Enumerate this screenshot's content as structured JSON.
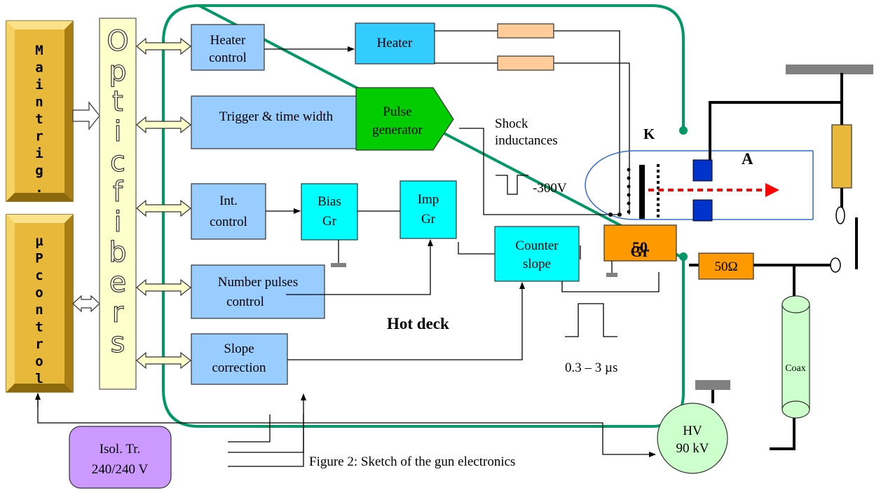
{
  "diagram": {
    "left_panels": {
      "main_trig_chars": [
        "M",
        "a",
        "i",
        "n",
        "t",
        "r",
        "i",
        "g",
        "."
      ],
      "mu_control_chars": [
        "µ",
        "P",
        "c",
        "o",
        "n",
        "t",
        "r",
        "o",
        "l"
      ]
    },
    "optic_fibers_chars": [
      "O",
      "p",
      "t",
      "i",
      "c",
      "f",
      "i",
      "b",
      "e",
      "r",
      "s"
    ],
    "blocks": {
      "heater_control": [
        "Heater",
        "control"
      ],
      "heater": "Heater",
      "trigger": "Trigger & time width",
      "pulse_generator": [
        "Pulse",
        "generator"
      ],
      "int_control": [
        "Int.",
        "control"
      ],
      "bias_gr": [
        "Bias",
        "Gr"
      ],
      "imp_gr": [
        "Imp",
        "Gr"
      ],
      "counter_slope": [
        "Counter",
        "slope"
      ],
      "number_pulses": [
        "Number  pulses",
        "control"
      ],
      "slope_correction": [
        "Slope",
        "correction"
      ],
      "gr_block_a": "50",
      "gr_block_b": "Gr",
      "resistor_50": "50Ω",
      "coax": "Coax",
      "hv": [
        "HV",
        "90 kV"
      ],
      "isol_tr": [
        "Isol. Tr.",
        "240/240 V"
      ]
    },
    "labels": {
      "shock": [
        "Shock",
        "inductances"
      ],
      "minus300": "-300V",
      "k": "K",
      "a": "A",
      "hot_deck": "Hot deck",
      "pulse_width": "0.3 – 3 µs",
      "caption": "Figure 2: Sketch of the gun electronics"
    },
    "colors": {
      "gold": "#e8b83a",
      "optic": "#ffffcc",
      "block_blue": "#99ccff",
      "heater_cyan": "#33ccff",
      "aqua": "#00ffff",
      "green": "#00cc00",
      "orange": "#ff9900",
      "peach": "#ffcc99",
      "teal": "#009966",
      "coax": "#ccffcc",
      "hv": "#ccffcc",
      "isol": "#cc99ff",
      "gun_blue": "#2e6bd6",
      "beam_red": "#ff0000",
      "gray": "#808080"
    }
  }
}
